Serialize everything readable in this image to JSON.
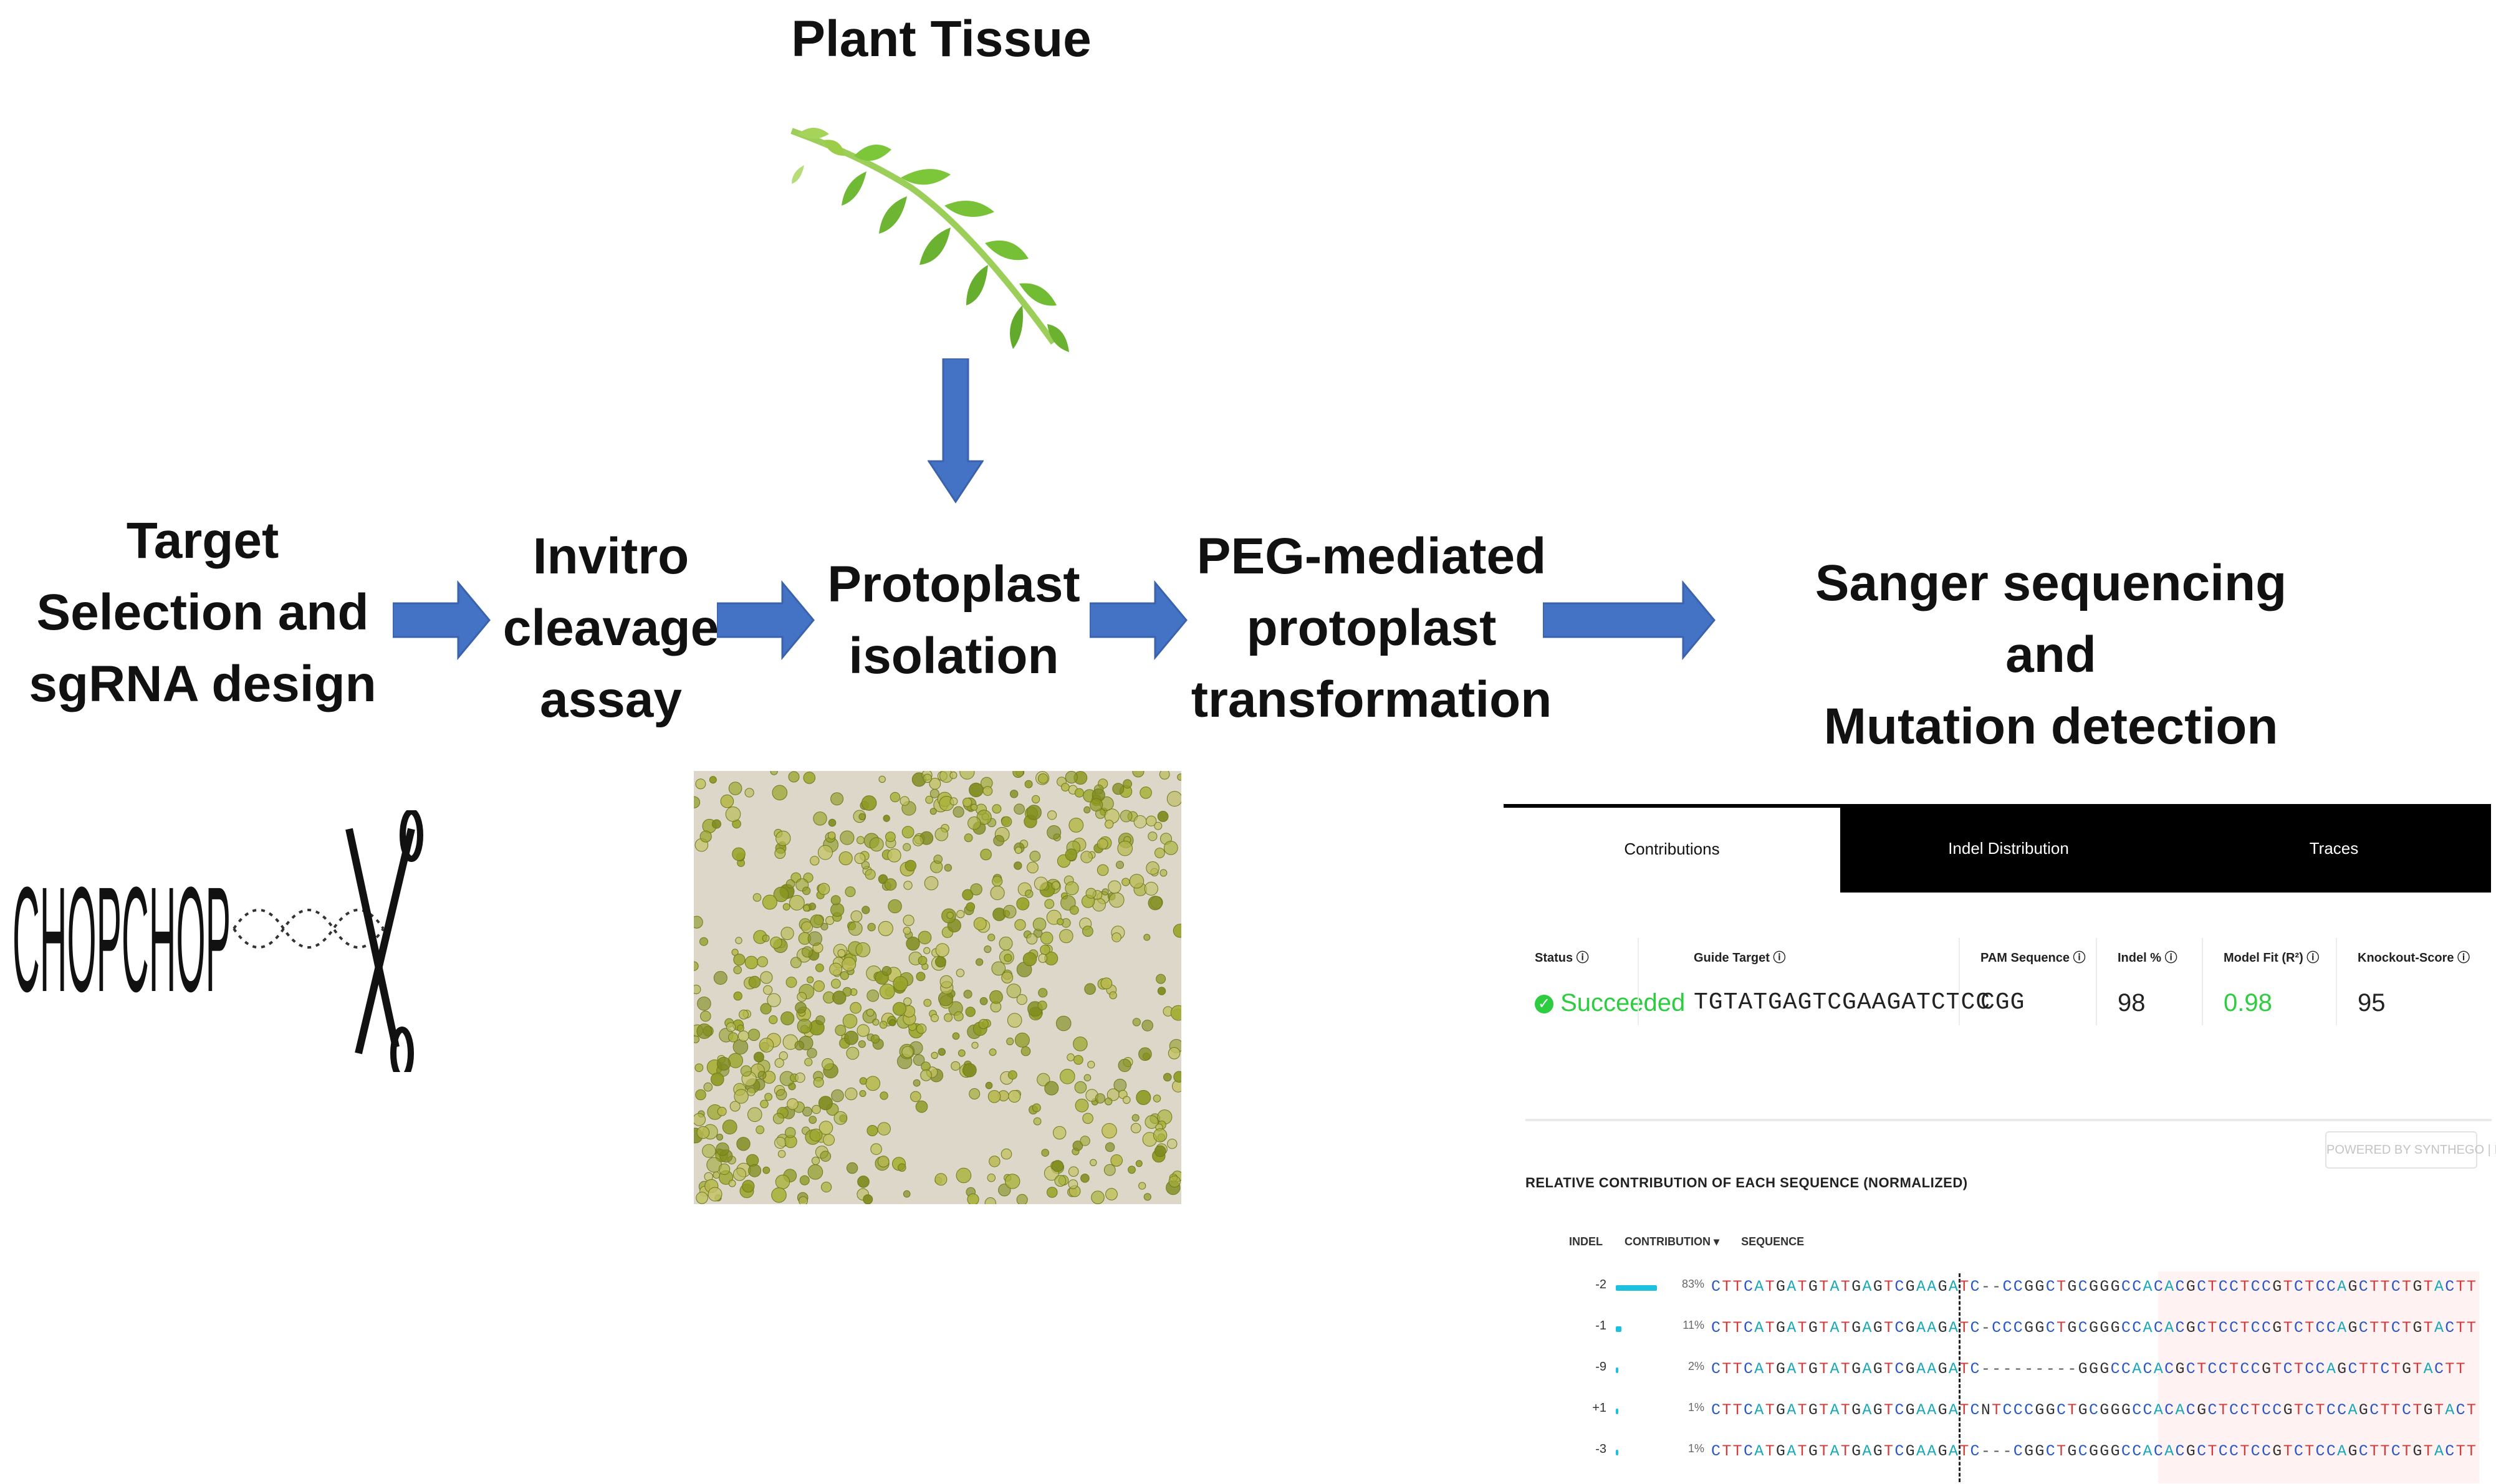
{
  "stages": {
    "plant_tissue": "Plant Tissue",
    "target_selection": "Target\nSelection and\nsgRNA design",
    "invitro": "Invitro\ncleavage\nassay",
    "protoplast_isolation": "Protoplast\nisolation",
    "peg": "PEG-mediated\nprotoplast\ntransformation",
    "sanger": "Sanger sequencing and\nMutation detection"
  },
  "logo": {
    "text": "CHOPCHOP"
  },
  "colors": {
    "arrow": "#4472c4",
    "leaf": "#7cc63a",
    "ice_bar": "#1ec0e0",
    "success": "#2ecc40"
  },
  "ice": {
    "tabs": [
      "Contributions",
      "Indel Distribution",
      "Traces"
    ],
    "metrics": [
      {
        "label": "Status ⓘ",
        "value": "Succeeded"
      },
      {
        "label": "Guide Target ⓘ",
        "value": "TGTATGAGTCGAAGATCTCC"
      },
      {
        "label": "PAM Sequence ⓘ",
        "value": "CGG"
      },
      {
        "label": "Indel % ⓘ",
        "value": "98"
      },
      {
        "label": "Model Fit (R²) ⓘ",
        "value": "0.98"
      },
      {
        "label": "Knockout-Score ⓘ",
        "value": "95"
      }
    ],
    "section_title": "RELATIVE CONTRIBUTION OF EACH SEQUENCE (NORMALIZED)",
    "powered_by": "POWERED BY SYNTHEGO | ICE",
    "columns": [
      "INDEL",
      "CONTRIBUTION ▾",
      "SEQUENCE"
    ],
    "rows": [
      {
        "indel": "-2",
        "pct": "83%",
        "fraction": 0.83,
        "seq": "CTTCATGATGTATGAGTCGAAGATC--CCGGCTGCGGGCCACACGCTCCTCCGTCTCCAGCTTCTGTACTT"
      },
      {
        "indel": "-1",
        "pct": "11%",
        "fraction": 0.11,
        "seq": "CTTCATGATGTATGAGTCGAAGATC-CCCGGCTGCGGGCCACACGCTCCTCCGTCTCCAGCTTCTGTACTT"
      },
      {
        "indel": "-9",
        "pct": "2%",
        "fraction": 0.02,
        "seq": "CTTCATGATGTATGAGTCGAAGATC---------GGGCCACACGCTCCTCCGTCTCCAGCTTCTGTACTT"
      },
      {
        "indel": "+1",
        "pct": "1%",
        "fraction": 0.01,
        "seq": "CTTCATGATGTATGAGTCGAAGATCNTCCCGGCTGCGGGCCACACGCTCCTCCGTCTCCAGCTTCTGTACT"
      },
      {
        "indel": "-3",
        "pct": "1%",
        "fraction": 0.01,
        "seq": "CTTCATGATGTATGAGTCGAAGATC---CGGCTGCGGGCCACACGCTCCTCCGTCTCCAGCTTCTGTACTT"
      }
    ]
  }
}
